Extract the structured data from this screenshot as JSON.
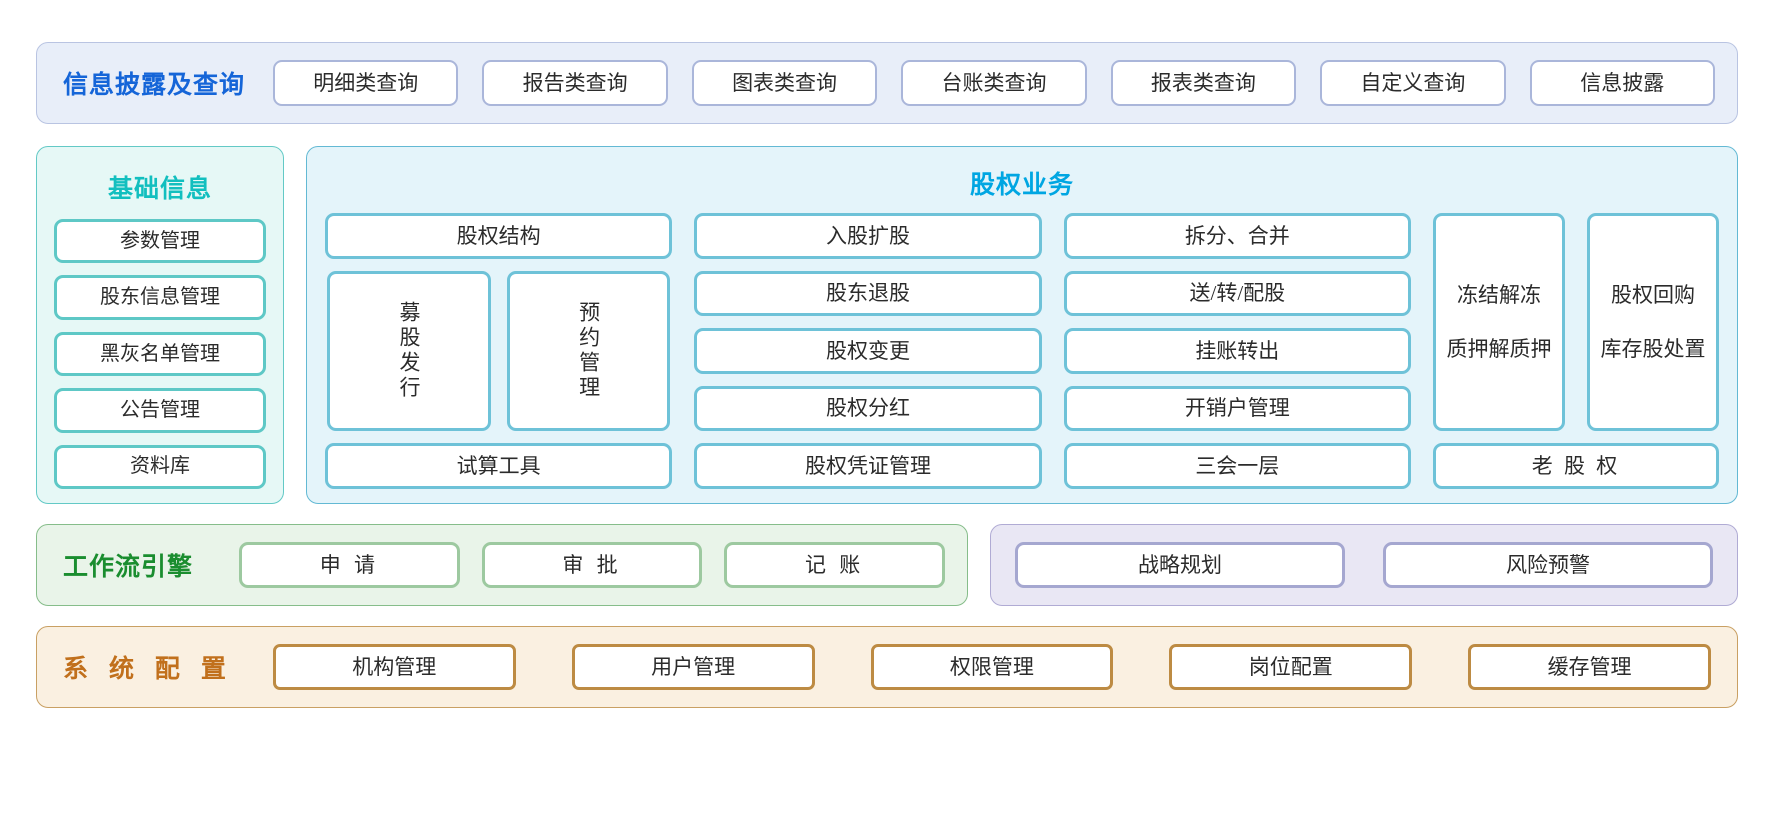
{
  "disclosure": {
    "title": "信息披露及查询",
    "accent": "#1565d8",
    "items": [
      "明细类查询",
      "报告类查询",
      "图表类查询",
      "台账类查询",
      "报表类查询",
      "自定义查询",
      "信息披露"
    ]
  },
  "basic": {
    "title": "基础信息",
    "accent": "#12bfbf",
    "items": [
      "参数管理",
      "股东信息管理",
      "黑灰名单管理",
      "公告管理",
      "资料库"
    ]
  },
  "equity": {
    "title": "股权业务",
    "accent": "#00a6e2",
    "col1": {
      "top": "股权结构",
      "vertical": [
        "募股发行",
        "预约管理"
      ],
      "bottom": "试算工具"
    },
    "col2": {
      "items": [
        "入股扩股",
        "股东退股",
        "股权变更",
        "股权分红"
      ],
      "bottom": "股权凭证管理"
    },
    "col3": {
      "items": [
        "拆分、合并",
        "送/转/配股",
        "挂账转出",
        "开销户管理"
      ],
      "bottom": "三会一层"
    },
    "col4": {
      "tall_a": [
        "冻结解冻",
        "质押解质押"
      ],
      "tall_b": [
        "股权回购",
        "库存股处置"
      ],
      "bottom": "老 股 权"
    }
  },
  "workflow": {
    "title": "工作流引擎",
    "accent": "#1a8d2f",
    "items": [
      "申 请",
      "审 批",
      "记 账"
    ]
  },
  "strategy": {
    "accent": "#a5a7d0",
    "items": [
      "战略规划",
      "风险预警"
    ]
  },
  "system": {
    "title": "系 统 配 置",
    "accent": "#c1701c",
    "items": [
      "机构管理",
      "用户管理",
      "权限管理",
      "岗位配置",
      "缓存管理"
    ]
  }
}
